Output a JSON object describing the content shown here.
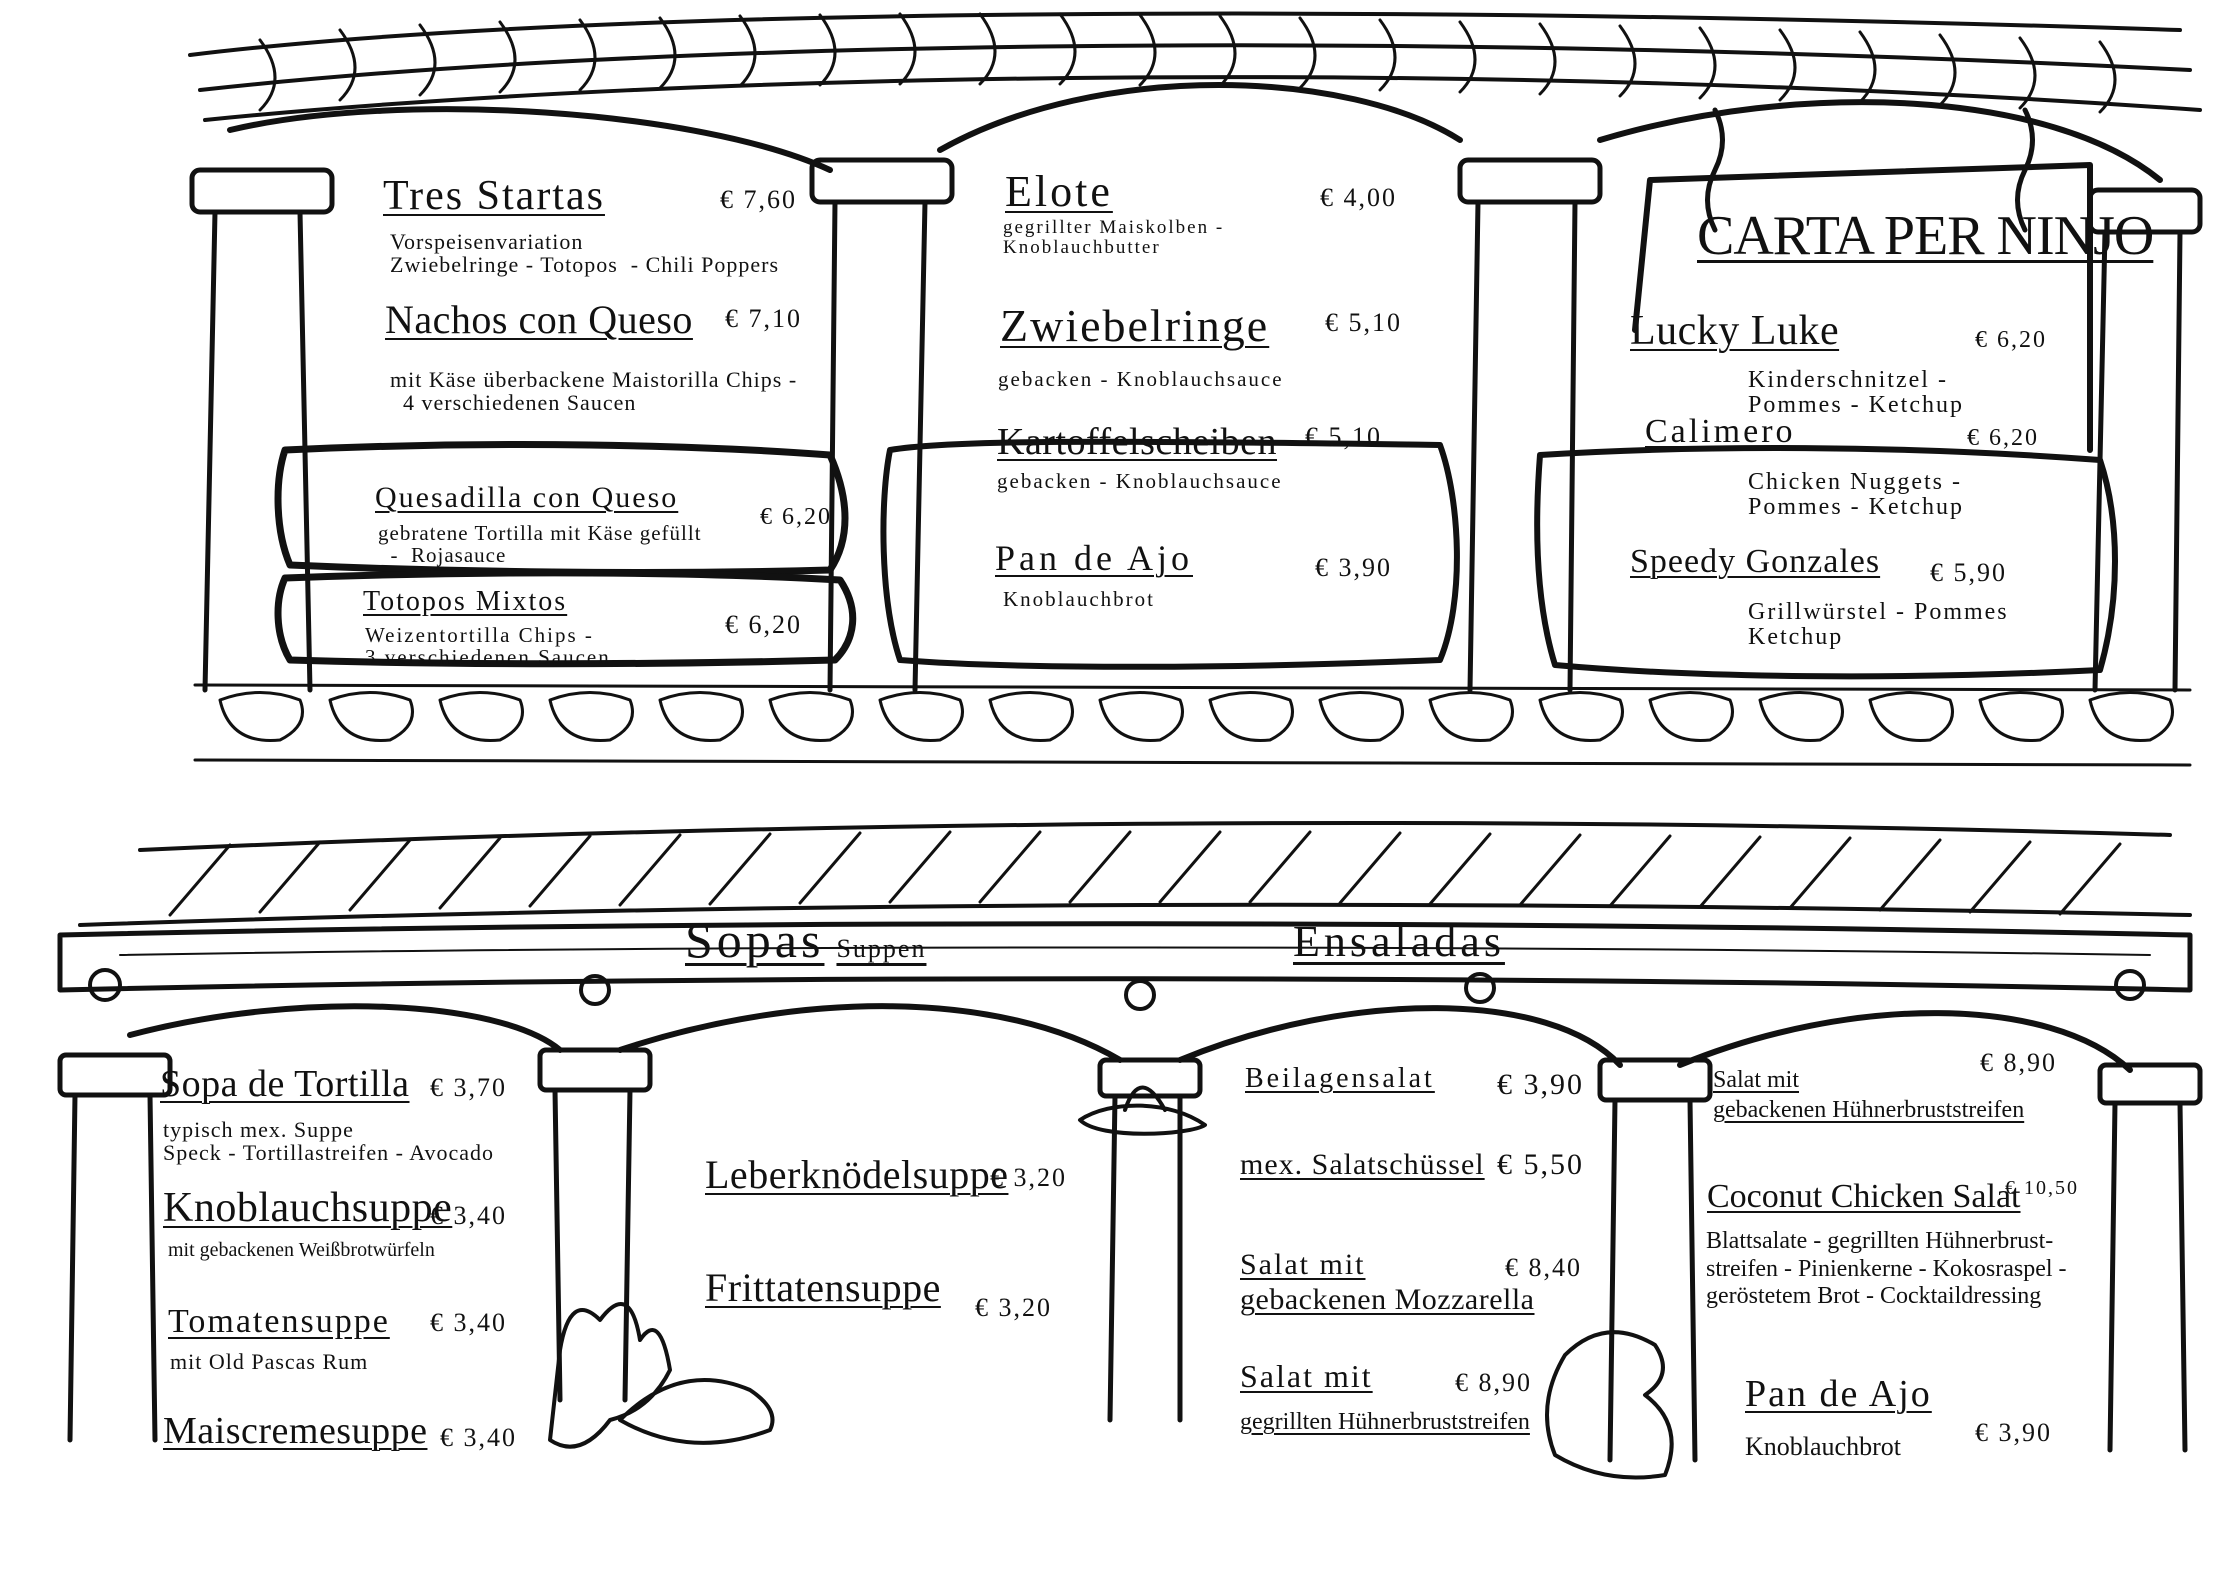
{
  "colors": {
    "ink": "#111111",
    "paper": "#ffffff"
  },
  "kids_title": "CARTA PER NINJO",
  "top": {
    "left": [
      {
        "name": "Tres Startas",
        "price": "€ 7,60",
        "desc": "Vorspeisenvariation\nZwiebelringe - Totopos  - Chili Poppers"
      },
      {
        "name": "Nachos con Queso",
        "price": "€ 7,10",
        "desc": "mit Käse überbackene Maistorilla Chips -\n  4 verschiedenen Saucen"
      },
      {
        "name": "Quesadilla con Queso",
        "price": "€ 6,20",
        "desc": "gebratene Tortilla mit Käse gefüllt\n  -  Rojasauce"
      },
      {
        "name": "Totopos  Mixtos",
        "price": "€ 6,20",
        "desc": "Weizentortilla Chips -\n3 verschiedenen Saucen"
      }
    ],
    "middle": [
      {
        "name": "Elote",
        "price": "€ 4,00",
        "desc": "gegrillter Maiskolben -\nKnoblauchbutter"
      },
      {
        "name": "Zwiebelringe",
        "price": "€ 5,10",
        "desc": "gebacken - Knoblauchsauce"
      },
      {
        "name": "Kartoffelscheiben",
        "price": "€ 5,10",
        "desc": "gebacken - Knoblauchsauce"
      },
      {
        "name": "Pan de Ajo",
        "price": "€ 3,90",
        "desc": "Knoblauchbrot"
      }
    ],
    "kids": [
      {
        "name": "Lucky Luke",
        "price": "€ 6,20",
        "desc": "Kinderschnitzel -\nPommes - Ketchup"
      },
      {
        "name": "Calimero",
        "price": "€ 6,20",
        "desc": "Chicken Nuggets -\nPommes - Ketchup"
      },
      {
        "name": "Speedy Gonzales",
        "price": "€ 5,90",
        "desc": "Grillwürstel - Pommes\nKetchup"
      }
    ]
  },
  "sopas": {
    "title": "Sopas",
    "subtitle": "Suppen",
    "items": [
      {
        "name": "Sopa de Tortilla",
        "price": "€ 3,70",
        "desc": "typisch mex. Suppe\nSpeck - Tortillastreifen - Avocado"
      },
      {
        "name": "Knoblauchsuppe",
        "price": "€ 3,40",
        "desc": "mit gebackenen Weißbrotwürfeln"
      },
      {
        "name": "Tomatensuppe",
        "price": "€ 3,40",
        "desc": "mit Old Pascas Rum"
      },
      {
        "name": "Maiscremesuppe",
        "price": "€ 3,40",
        "desc": ""
      },
      {
        "name": "Leberknödelsuppe",
        "price": "€ 3,20",
        "desc": ""
      },
      {
        "name": "Frittatensuppe",
        "price": "€ 3,20",
        "desc": ""
      }
    ]
  },
  "ensaladas": {
    "title": "Ensaladas",
    "items": [
      {
        "name": "Beilagensalat",
        "price": "€ 3,90",
        "desc": ""
      },
      {
        "name": "mex. Salatschüssel",
        "price": "€ 5,50",
        "desc": ""
      },
      {
        "name": "Salat mit",
        "name2": "gebackenen Mozzarella",
        "price": "€ 8,40"
      },
      {
        "name": "Salat mit",
        "name2": "gegrillten Hühnerbruststreifen",
        "price": "€ 8,90"
      },
      {
        "name": "Salat mit",
        "name2": "gebackenen Hühnerbruststreifen",
        "price": "€ 8,90"
      },
      {
        "name": "Coconut Chicken Salat",
        "price": "€ 10,50",
        "desc": "Blattsalate - gegrillten Hühnerbrust-\nstreifen - Pinienkerne - Kokosraspel -\ngeröstetem Brot - Cocktaildressing"
      },
      {
        "name": "Pan de Ajo",
        "price": "€ 3,90",
        "desc": "Knoblauchbrot"
      }
    ]
  }
}
